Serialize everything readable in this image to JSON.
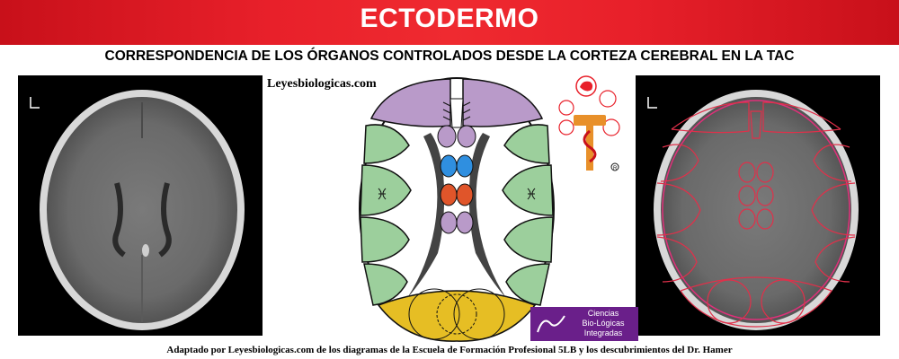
{
  "header": {
    "title": "ECTODERMO"
  },
  "subtitle": "CORRESPONDENCIA DE LOS ÓRGANOS CONTROLADOS DESDE LA CORTEZA CEREBRAL EN LA TAC",
  "site_label": "Leyesbiologicas.com",
  "footer": "Adaptado por Leyesbiologicas.com de los diagramas de la Escuela de Formación Profesional 5LB y los descubrimientos del Dr. Hamer",
  "logo": {
    "line1": "Ciencias",
    "line2": "Bio-Lógicas",
    "line3": "Integradas"
  },
  "colors": {
    "banner": "#e8202a",
    "lilac": "#b99ac9",
    "green": "#9ccf9c",
    "blue": "#2f8fe0",
    "orange": "#e0552a",
    "yellow": "#e6be24",
    "logo_purple": "#6a1f8a",
    "overlay_red": "#e0304a"
  },
  "icons": [
    "brain-icon",
    "caduceus-icon",
    "registered-icon"
  ]
}
